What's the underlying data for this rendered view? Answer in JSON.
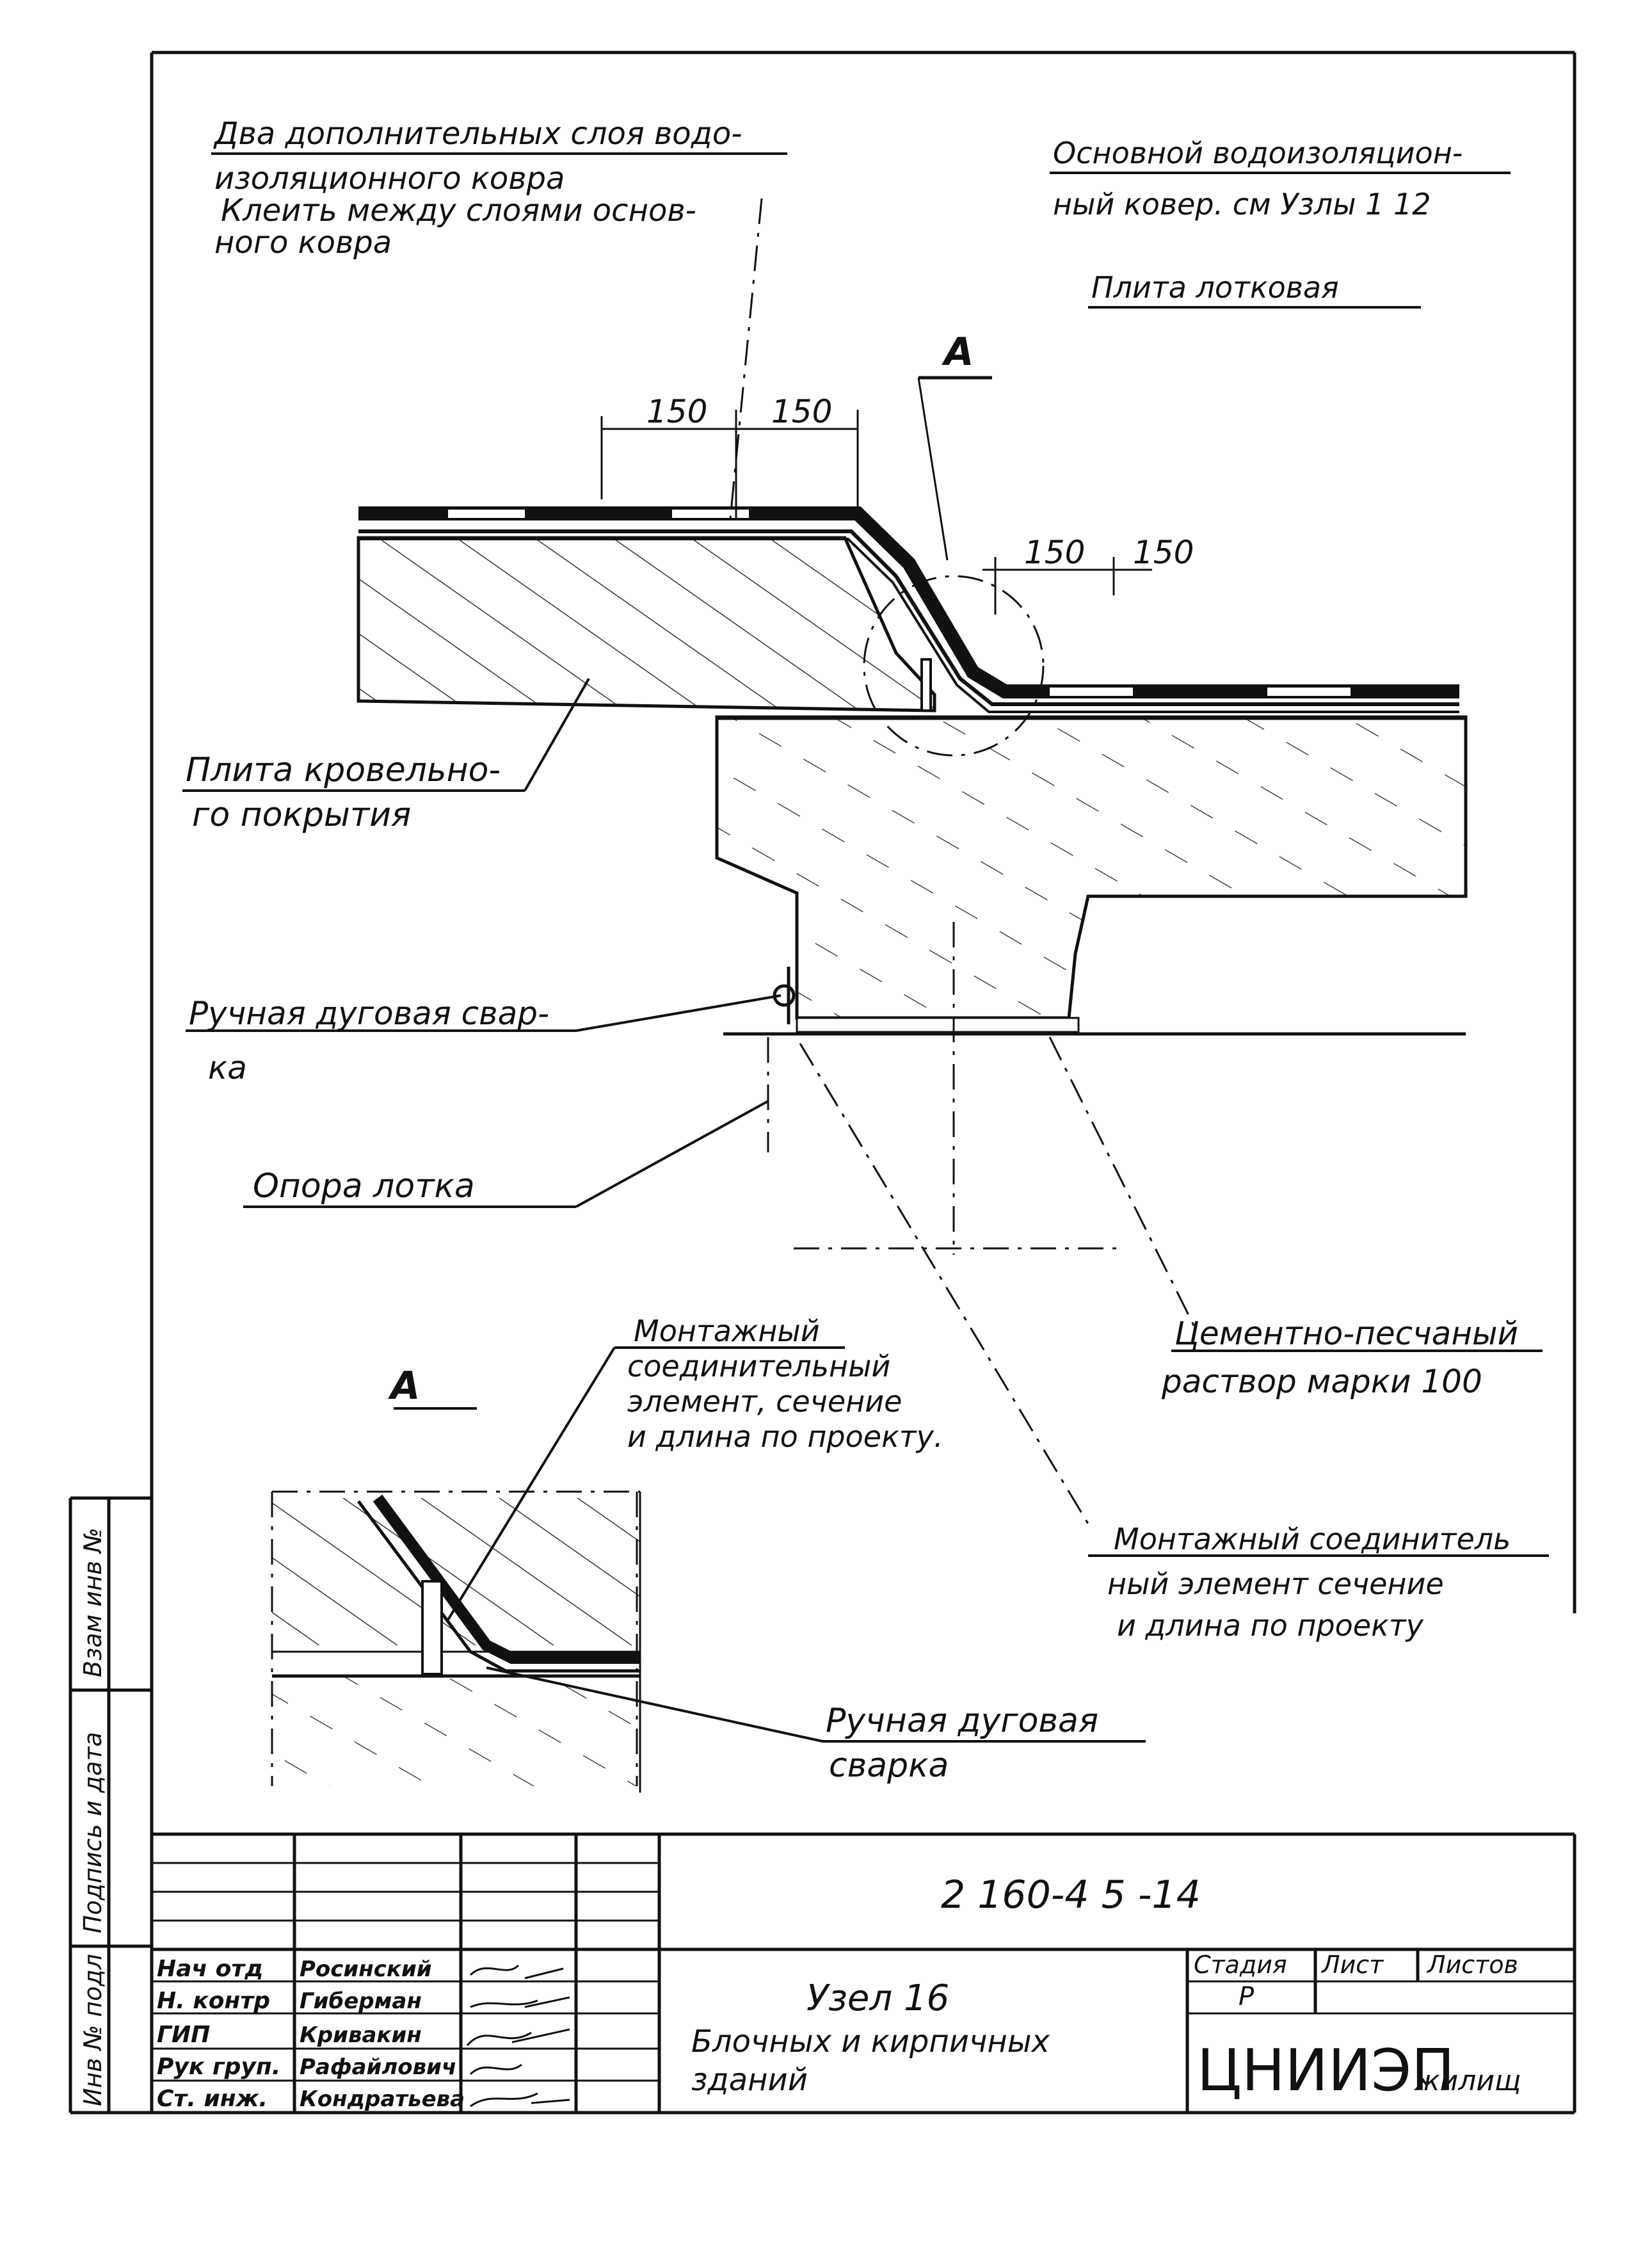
{
  "labels": {
    "extra_layers": [
      "Два дополнительных слоя водо-",
      "изоляционного ковра",
      "Клеить между слоями основ-",
      "ного ковра"
    ],
    "main_carpet": [
      "Основной водоизоляцион-",
      "ный ковер. см Узлы 1 12"
    ],
    "tray_slab": "Плита лотковая",
    "section_mark": "А",
    "dim_150": "150",
    "roof_slab": [
      "Плита кровельно-",
      "го покрытия"
    ],
    "welding_top": [
      "Ручная дуговая свар-",
      "ка"
    ],
    "tray_support": "Опора лотка",
    "cement_mortar": [
      "Цементно-песчаный",
      "раствор марки 100"
    ],
    "mount_element_left": [
      "Монтажный",
      "соединительный",
      "элемент, сечение",
      "и длина по проекту."
    ],
    "mount_element_right": [
      "Монтажный соединитель",
      "ный элемент сечение",
      "и длина по проекту"
    ],
    "welding_bottom": [
      "Ручная дуговая",
      "сварка"
    ]
  },
  "title_block": {
    "doc_code": "2 160-4 5 -14",
    "title_lines": [
      "Узел 16",
      "Блочных и кирпичных",
      "зданий"
    ],
    "stage_header": "Стадия",
    "sheet_header": "Лист",
    "sheets_header": "Листов",
    "stage_value": "Р",
    "org_main": "ЦНИИЭП",
    "org_sub": "жилищ",
    "roles": [
      "Нач отд",
      "Н. контр",
      "ГИП",
      "Рук груп.",
      "Ст. инж."
    ],
    "names": [
      "Росинский",
      "Гиберман",
      "Кривакин",
      "Рафайлович",
      "Кондратьева"
    ],
    "side_labels": [
      "Взам инв №",
      "Подпись и дата",
      "Инв № подл"
    ]
  }
}
